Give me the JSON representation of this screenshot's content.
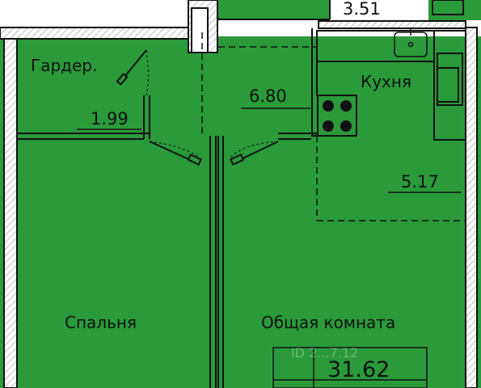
{
  "colors": {
    "floor": "#2a9a3a",
    "wall": "#111111",
    "hatch": "#cfcfcf",
    "text": "#111111"
  },
  "rooms": {
    "wardrobe": {
      "name": "Гардер.",
      "area": "1.99"
    },
    "hall": {
      "area": "6.80"
    },
    "kitchen": {
      "name": "Кухня",
      "area": "5.17"
    },
    "bedroom": {
      "name": "Спальня"
    },
    "living": {
      "name": "Общая комната"
    },
    "bathroom": {
      "area": "3.51"
    }
  },
  "total_area": "31.62",
  "watermark": "ID 2...7.12"
}
